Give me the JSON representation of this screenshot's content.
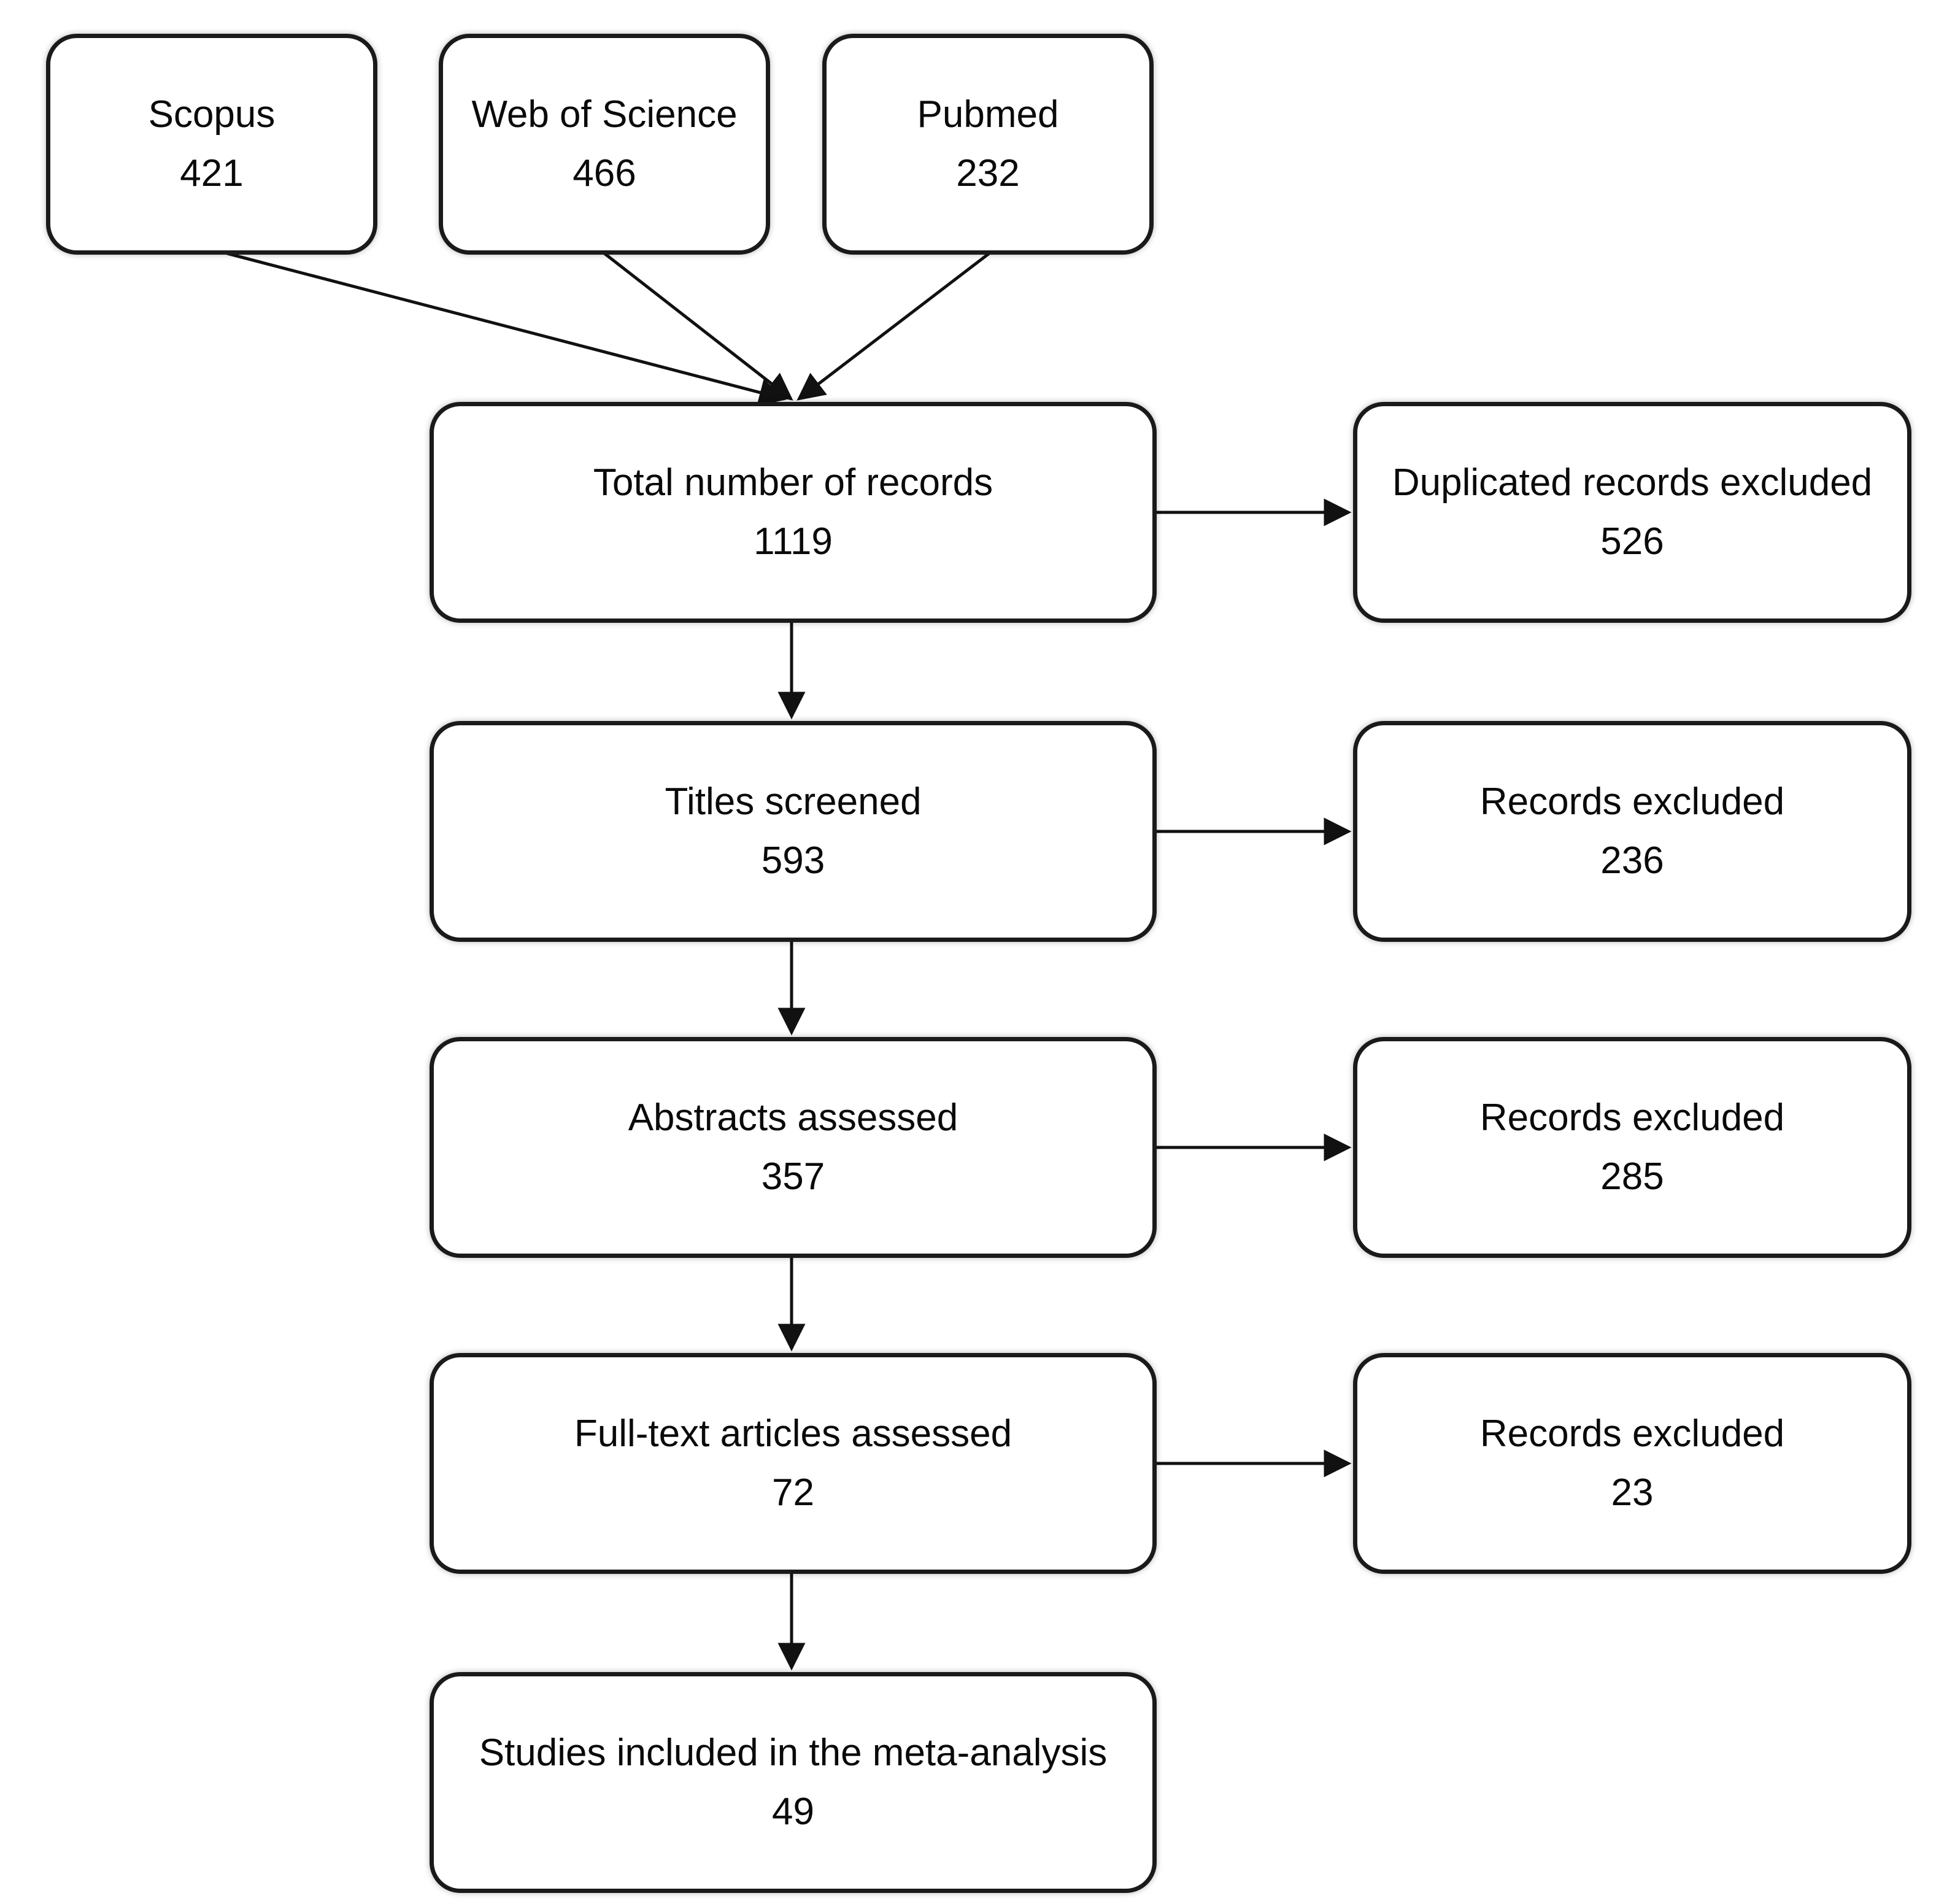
{
  "diagram": {
    "sources": [
      {
        "label": "Scopus",
        "count": "421"
      },
      {
        "label": "Web of Science",
        "count": "466"
      },
      {
        "label": "Pubmed",
        "count": "232"
      }
    ],
    "stages": [
      {
        "label": "Total number of records",
        "count": "1119"
      },
      {
        "label": "Titles screened",
        "count": "593"
      },
      {
        "label": "Abstracts assessed",
        "count": "357"
      },
      {
        "label": "Full-text articles assessed",
        "count": "72"
      },
      {
        "label": "Studies included in the meta-analysis",
        "count": "49"
      }
    ],
    "exclusions": [
      {
        "label": "Duplicated records excluded",
        "count": "526"
      },
      {
        "label": "Records excluded",
        "count": "236"
      },
      {
        "label": "Records excluded",
        "count": "285"
      },
      {
        "label": "Records excluded",
        "count": "23"
      }
    ],
    "colors": {
      "box_fill": "#ffffff",
      "box_border": "#1a1a1a",
      "arrow": "#111111",
      "text": "#0a0a0a",
      "background": "#ffffff"
    }
  }
}
